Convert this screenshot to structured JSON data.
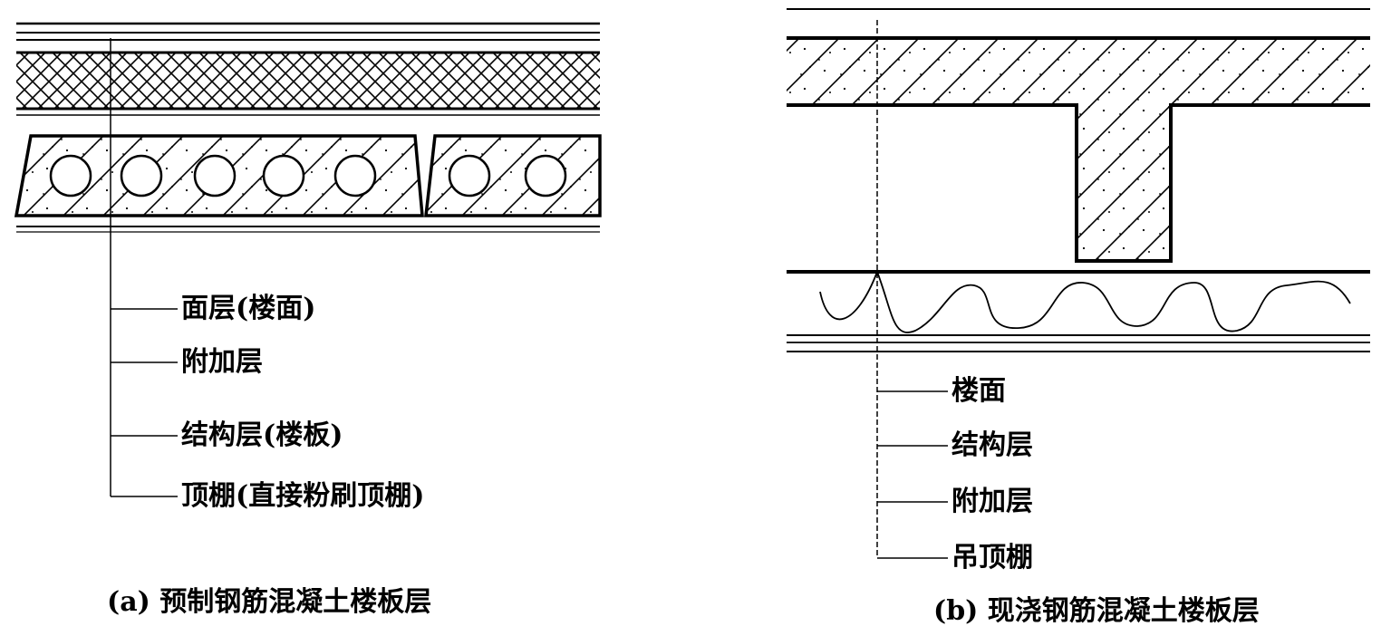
{
  "diagram_a": {
    "caption": "(a) 预制钢筋混凝土楼板层",
    "labels": {
      "surface": "面层(楼面)",
      "additional": "附加层",
      "structure": "结构层(楼板)",
      "ceiling": "顶棚(直接粉刷顶棚)"
    }
  },
  "diagram_b": {
    "caption": "(b) 现浇钢筋混凝土楼板层",
    "labels": {
      "floor": "楼面",
      "structure": "结构层",
      "additional": "附加层",
      "ceiling": "吊顶棚"
    }
  }
}
